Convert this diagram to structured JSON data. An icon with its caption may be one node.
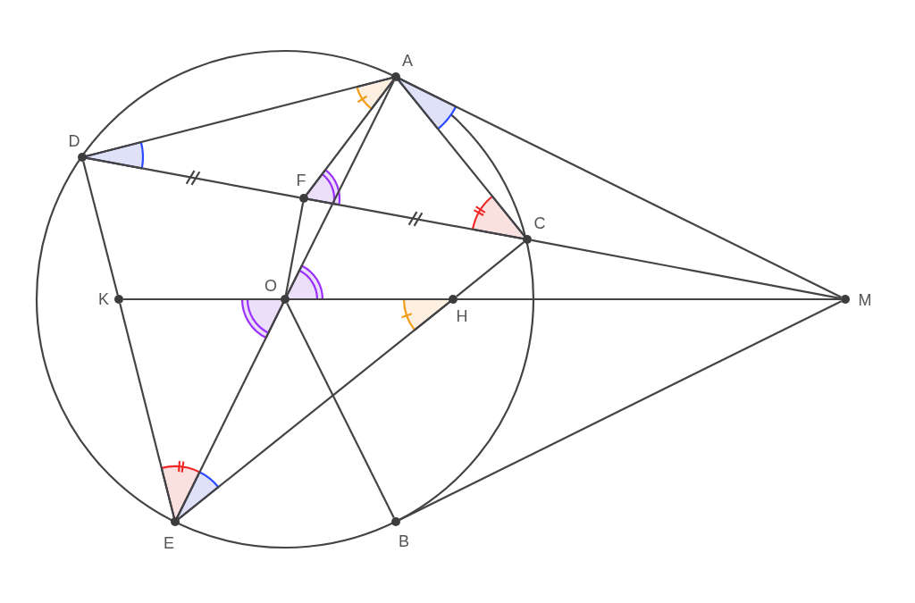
{
  "diagram": {
    "nodes": [
      {
        "text": [
          "A"
        ]
      },
      {
        "text": [
          "D"
        ]
      },
      {
        "text": [
          "F"
        ]
      },
      {
        "text": [
          "C"
        ]
      },
      {
        "text": [
          "K"
        ]
      },
      {
        "text": [
          "O"
        ]
      },
      {
        "text": [
          "H"
        ]
      },
      {
        "text": [
          "M"
        ]
      },
      {
        "text": [
          "E"
        ]
      },
      {
        "text": [
          "B"
        ]
      }
    ],
    "edges": [
      {
        "from": 1,
        "to": 0,
        "arrow": "none"
      },
      {
        "from": 0,
        "to": 7,
        "arrow": "none"
      },
      {
        "from": 0,
        "to": 3,
        "arrow": "none"
      },
      {
        "from": 0,
        "to": 2,
        "arrow": "none"
      },
      {
        "from": 0,
        "to": 5,
        "arrow": "none"
      },
      {
        "from": 1,
        "to": 2,
        "arrow": "none"
      },
      {
        "from": 2,
        "to": 3,
        "arrow": "none"
      },
      {
        "from": 3,
        "to": 7,
        "arrow": "none"
      },
      {
        "from": 2,
        "to": 5,
        "arrow": "none"
      },
      {
        "from": 4,
        "to": 5,
        "arrow": "none"
      },
      {
        "from": 5,
        "to": 6,
        "arrow": "none"
      },
      {
        "from": 6,
        "to": 7,
        "arrow": "none"
      },
      {
        "from": 1,
        "to": 4,
        "arrow": "none"
      },
      {
        "from": 4,
        "to": 8,
        "arrow": "none"
      },
      {
        "from": 5,
        "to": 8,
        "arrow": "none"
      },
      {
        "from": 5,
        "to": 9,
        "arrow": "none"
      },
      {
        "from": 8,
        "to": 6,
        "arrow": "none"
      },
      {
        "from": 6,
        "to": 3,
        "arrow": "none"
      },
      {
        "from": 9,
        "to": 7,
        "arrow": "none"
      }
    ]
  }
}
